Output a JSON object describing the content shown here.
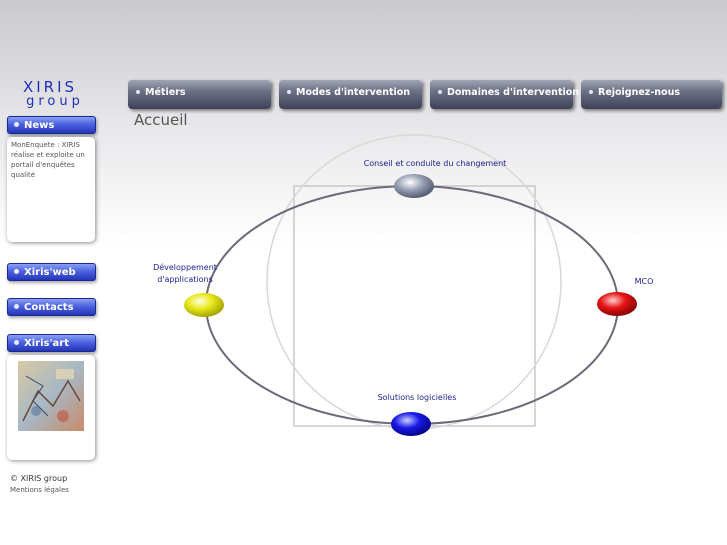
{
  "logo": {
    "line1": "XIRIS",
    "line2": "group"
  },
  "sidebar": {
    "news_label": "News",
    "news_text": "MonEnquete : XIRIS réalise et exploite un portail d'enquêtes qualité",
    "xirisweb_label": "Xiris'web",
    "contacts_label": "Contacts",
    "xirisart_label": "Xiris'art"
  },
  "nav": {
    "metiers": "Métiers",
    "modes": "Modes d'intervention",
    "domaines": "Domaines d'intervention",
    "rejoignez": "Rejoignez-nous"
  },
  "page_title": "Accueil",
  "diagram": {
    "top": "Conseil et conduite du changement",
    "left_line1": "Développement",
    "left_line2": "d'applications",
    "right": "MCO",
    "bottom": "Solutions logicielles",
    "colors": {
      "top": "#8a93a8",
      "left": "#e6e619",
      "right": "#e01010",
      "bottom": "#1a1ae0"
    }
  },
  "footer": {
    "copyright": "© XIRIS group",
    "legal": "Mentions légales"
  }
}
